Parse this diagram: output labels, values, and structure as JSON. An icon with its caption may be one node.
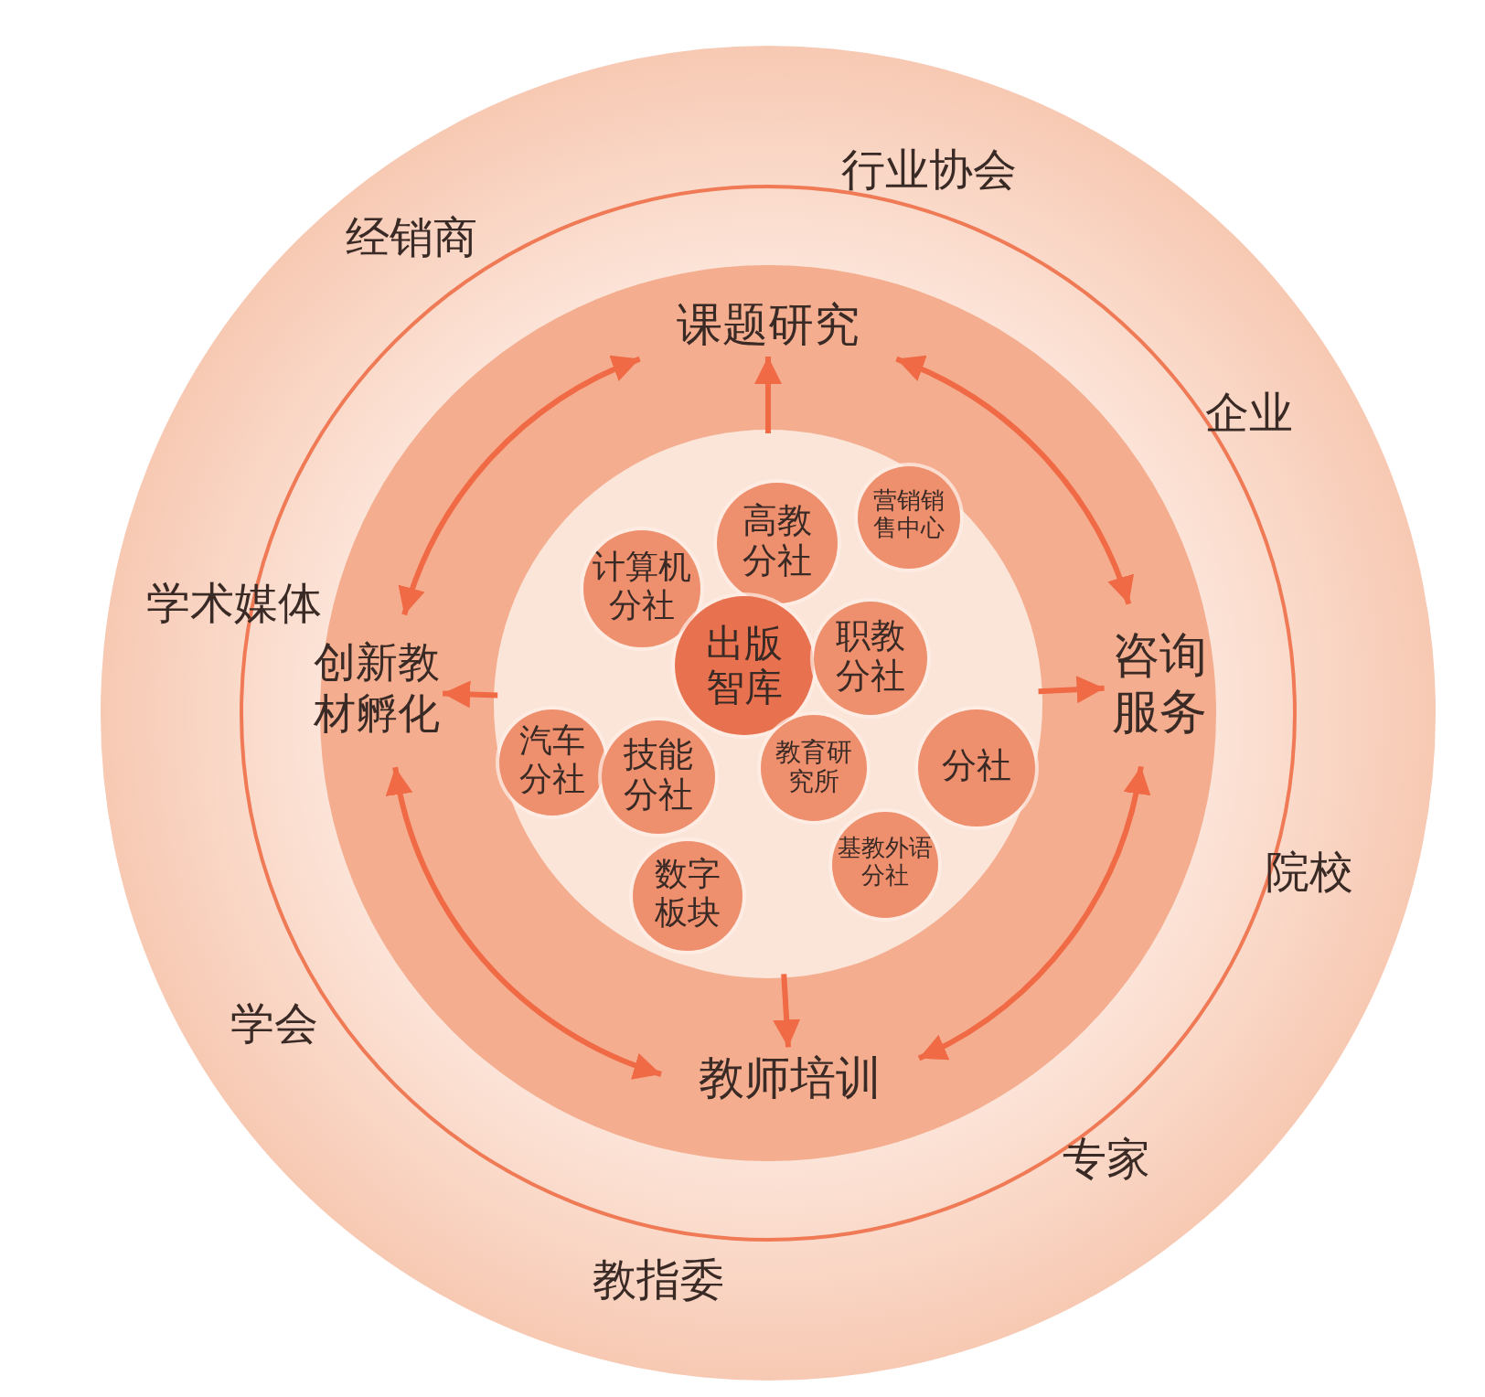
{
  "diagram": {
    "nodes": [
      {
        "text": [],
        "shape": "circle"
      },
      {
        "text": [
          "高教分社"
        ],
        "in": 0
      },
      {
        "text": [
          "营销销售中心"
        ],
        "in": 0
      },
      {
        "text": [
          "计算机分社"
        ],
        "in": 0
      },
      {
        "text": [
          "出版智库"
        ],
        "in": 0
      },
      {
        "text": [
          "职教分社"
        ],
        "in": 0
      },
      {
        "text": [
          "汽车分社"
        ],
        "in": 0
      },
      {
        "text": [
          "技能分社"
        ],
        "in": 0
      },
      {
        "text": [
          "教育研究所"
        ],
        "in": 0
      },
      {
        "text": [
          "分社"
        ],
        "in": 0
      },
      {
        "text": [
          "数字板块"
        ],
        "in": 0
      },
      {
        "text": [
          "基教外语分社"
        ],
        "in": 0
      },
      {
        "text": [
          "课题研究"
        ]
      },
      {
        "text": [
          "咨询服务"
        ]
      },
      {
        "text": [
          "教师培训"
        ]
      },
      {
        "text": [
          "创新教材孵化"
        ]
      }
    ],
    "edges": [
      {
        "from": 0,
        "to": 12,
        "arrow": "to"
      },
      {
        "from": 0,
        "to": 13,
        "arrow": "to"
      },
      {
        "from": 0,
        "to": 14,
        "arrow": "to"
      },
      {
        "from": 0,
        "to": 15,
        "arrow": "to"
      },
      {
        "from": 12,
        "to": 15,
        "arrow": "both"
      },
      {
        "from": 12,
        "to": 13,
        "arrow": "both"
      },
      {
        "from": 13,
        "to": 14,
        "arrow": "both"
      },
      {
        "from": 14,
        "to": 15,
        "arrow": "both"
      }
    ],
    "labels": [
      "行业协会",
      "经销商",
      "企业",
      "学术媒体",
      "院校",
      "学会",
      "专家",
      "教指委"
    ]
  }
}
